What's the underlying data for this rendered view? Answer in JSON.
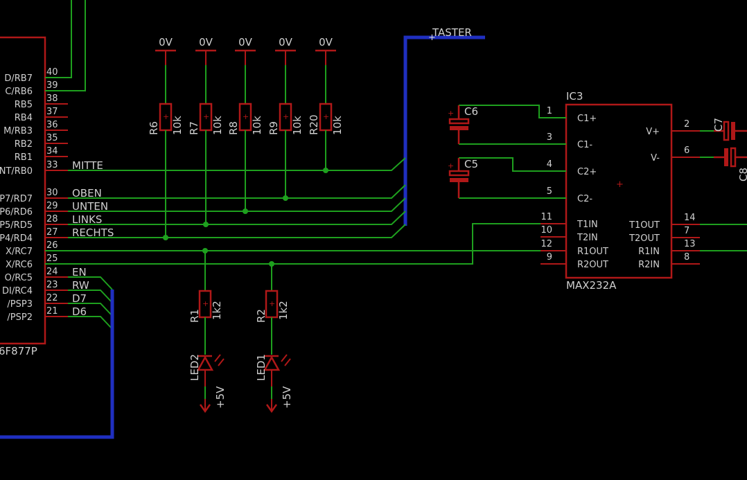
{
  "colors": {
    "background": "#000000",
    "wire": "#1ea01e",
    "part": "#b01818",
    "bus": "#1f2fc0",
    "text": "#d0d0d0"
  },
  "mcu": {
    "name_partial": "6F877P",
    "pins": [
      {
        "num": "40",
        "label": "D/RB7"
      },
      {
        "num": "39",
        "label": "C/RB6"
      },
      {
        "num": "38",
        "label": "RB5"
      },
      {
        "num": "37",
        "label": "RB4"
      },
      {
        "num": "36",
        "label": "M/RB3"
      },
      {
        "num": "35",
        "label": "RB2"
      },
      {
        "num": "34",
        "label": "RB1"
      },
      {
        "num": "33",
        "label": "NT/RB0"
      },
      {
        "num": "30",
        "label": "P7/RD7"
      },
      {
        "num": "29",
        "label": "P6/RD6"
      },
      {
        "num": "28",
        "label": "P5/RD5"
      },
      {
        "num": "27",
        "label": "P4/RD4"
      },
      {
        "num": "26",
        "label": "X/RC7"
      },
      {
        "num": "25",
        "label": "X/RC6"
      },
      {
        "num": "24",
        "label": "O/RC5"
      },
      {
        "num": "23",
        "label": "DI/RC4"
      },
      {
        "num": "22",
        "label": "/PSP3"
      },
      {
        "num": "21",
        "label": "/PSP2"
      }
    ]
  },
  "nets": {
    "mitte": "MITTE",
    "oben": "OBEN",
    "unten": "UNTEN",
    "links": "LINKS",
    "rechts": "RECHTS",
    "en": "EN",
    "rw": "RW",
    "d7": "D7",
    "d6": "D6",
    "taster": "TASTER"
  },
  "pullups": [
    {
      "ref": "R6",
      "value": "10k",
      "supply": "0V"
    },
    {
      "ref": "R7",
      "value": "10k",
      "supply": "0V"
    },
    {
      "ref": "R8",
      "value": "10k",
      "supply": "0V"
    },
    {
      "ref": "R9",
      "value": "10k",
      "supply": "0V"
    },
    {
      "ref": "R20",
      "value": "10k",
      "supply": "0V"
    }
  ],
  "leds": [
    {
      "r_ref": "R1",
      "r_value": "1k2",
      "led_ref": "LED2",
      "supply": "+5V"
    },
    {
      "r_ref": "R2",
      "r_value": "1k2",
      "led_ref": "LED1",
      "supply": "+5V"
    }
  ],
  "ic3": {
    "ref": "IC3",
    "name": "MAX232A",
    "left_pins": [
      {
        "num": "1",
        "label": "C1+"
      },
      {
        "num": "3",
        "label": "C1-"
      },
      {
        "num": "4",
        "label": "C2+"
      },
      {
        "num": "5",
        "label": "C2-"
      },
      {
        "num": "11",
        "label": "T1IN"
      },
      {
        "num": "10",
        "label": "T2IN"
      },
      {
        "num": "12",
        "label": "R1OUT"
      },
      {
        "num": "9",
        "label": "R2OUT"
      }
    ],
    "right_pins": [
      {
        "num": "2",
        "label": "V+"
      },
      {
        "num": "6",
        "label": "V-"
      },
      {
        "num": "14",
        "label": "T1OUT"
      },
      {
        "num": "7",
        "label": "T2OUT"
      },
      {
        "num": "13",
        "label": "R1IN"
      },
      {
        "num": "8",
        "label": "R2IN"
      }
    ]
  },
  "caps": {
    "c6": "C6",
    "c5": "C5",
    "c7": "C7",
    "c8": "C8"
  }
}
